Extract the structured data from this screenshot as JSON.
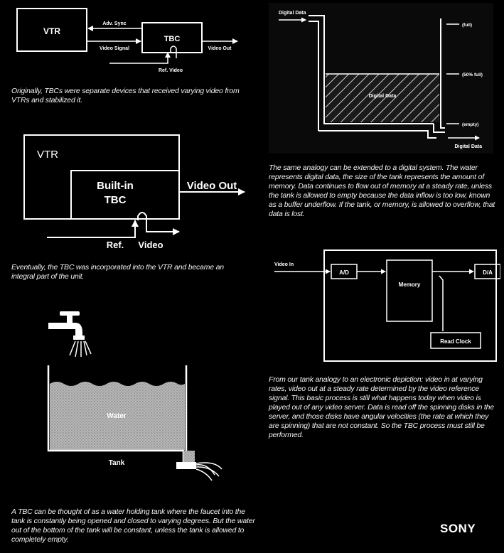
{
  "diagram1": {
    "vtr": "VTR",
    "tbc": "TBC",
    "adv_sync": "Adv. Sync",
    "video_signal": "Video Signal",
    "video_out": "Video Out",
    "ref_video": "Ref. Video",
    "caption": "Originally, TBCs were separate devices that received varying video from VTRs and stabilized it."
  },
  "diagram2": {
    "vtr": "VTR",
    "builtin_line1": "Built-in",
    "builtin_line2": "TBC",
    "video_out": "Video Out",
    "ref": "Ref.",
    "video": "Video",
    "caption": "Eventually, the TBC was incorporated into the VTR and became an integral part of the unit."
  },
  "diagram3": {
    "water": "Water",
    "tank": "Tank",
    "caption": "A TBC can be thought of as a water holding tank where the faucet into the tank is constantly being opened and closed to varying degrees. But the water out of the bottom of the tank will be constant, unless the tank is allowed to completely empty."
  },
  "diagram4": {
    "digital_data_in": "Digital Data",
    "full": "(full)",
    "half_full": "(50% full)",
    "digital_data_center": "Digital Data",
    "empty": "(empty)",
    "digital_data_out": "Digital Data",
    "caption": "The same analogy can be extended to a digital system. The water represents digital data, the size of the tank represents the amount of memory. Data continues to flow out of memory at a steady rate, unless the tank is allowed to empty because the data inflow is too low, known as a buffer underflow. If the tank, or memory, is allowed to overflow, that data is lost."
  },
  "diagram5": {
    "video_in": "Video In",
    "ad": "A/D",
    "memory": "Memory",
    "da": "D/A",
    "read_clock": "Read Clock",
    "caption": "From our tank analogy to an electronic depiction: video in at varying rates, video out at a steady rate determined by the video reference signal. This basic process is still what happens today when video is played out of any video server. Data is read off the spinning disks in the server, and those disks have angular velocities (the rate at which they are spinning) that are not constant. So the TBC process must still be performed."
  },
  "brand": "SONY"
}
